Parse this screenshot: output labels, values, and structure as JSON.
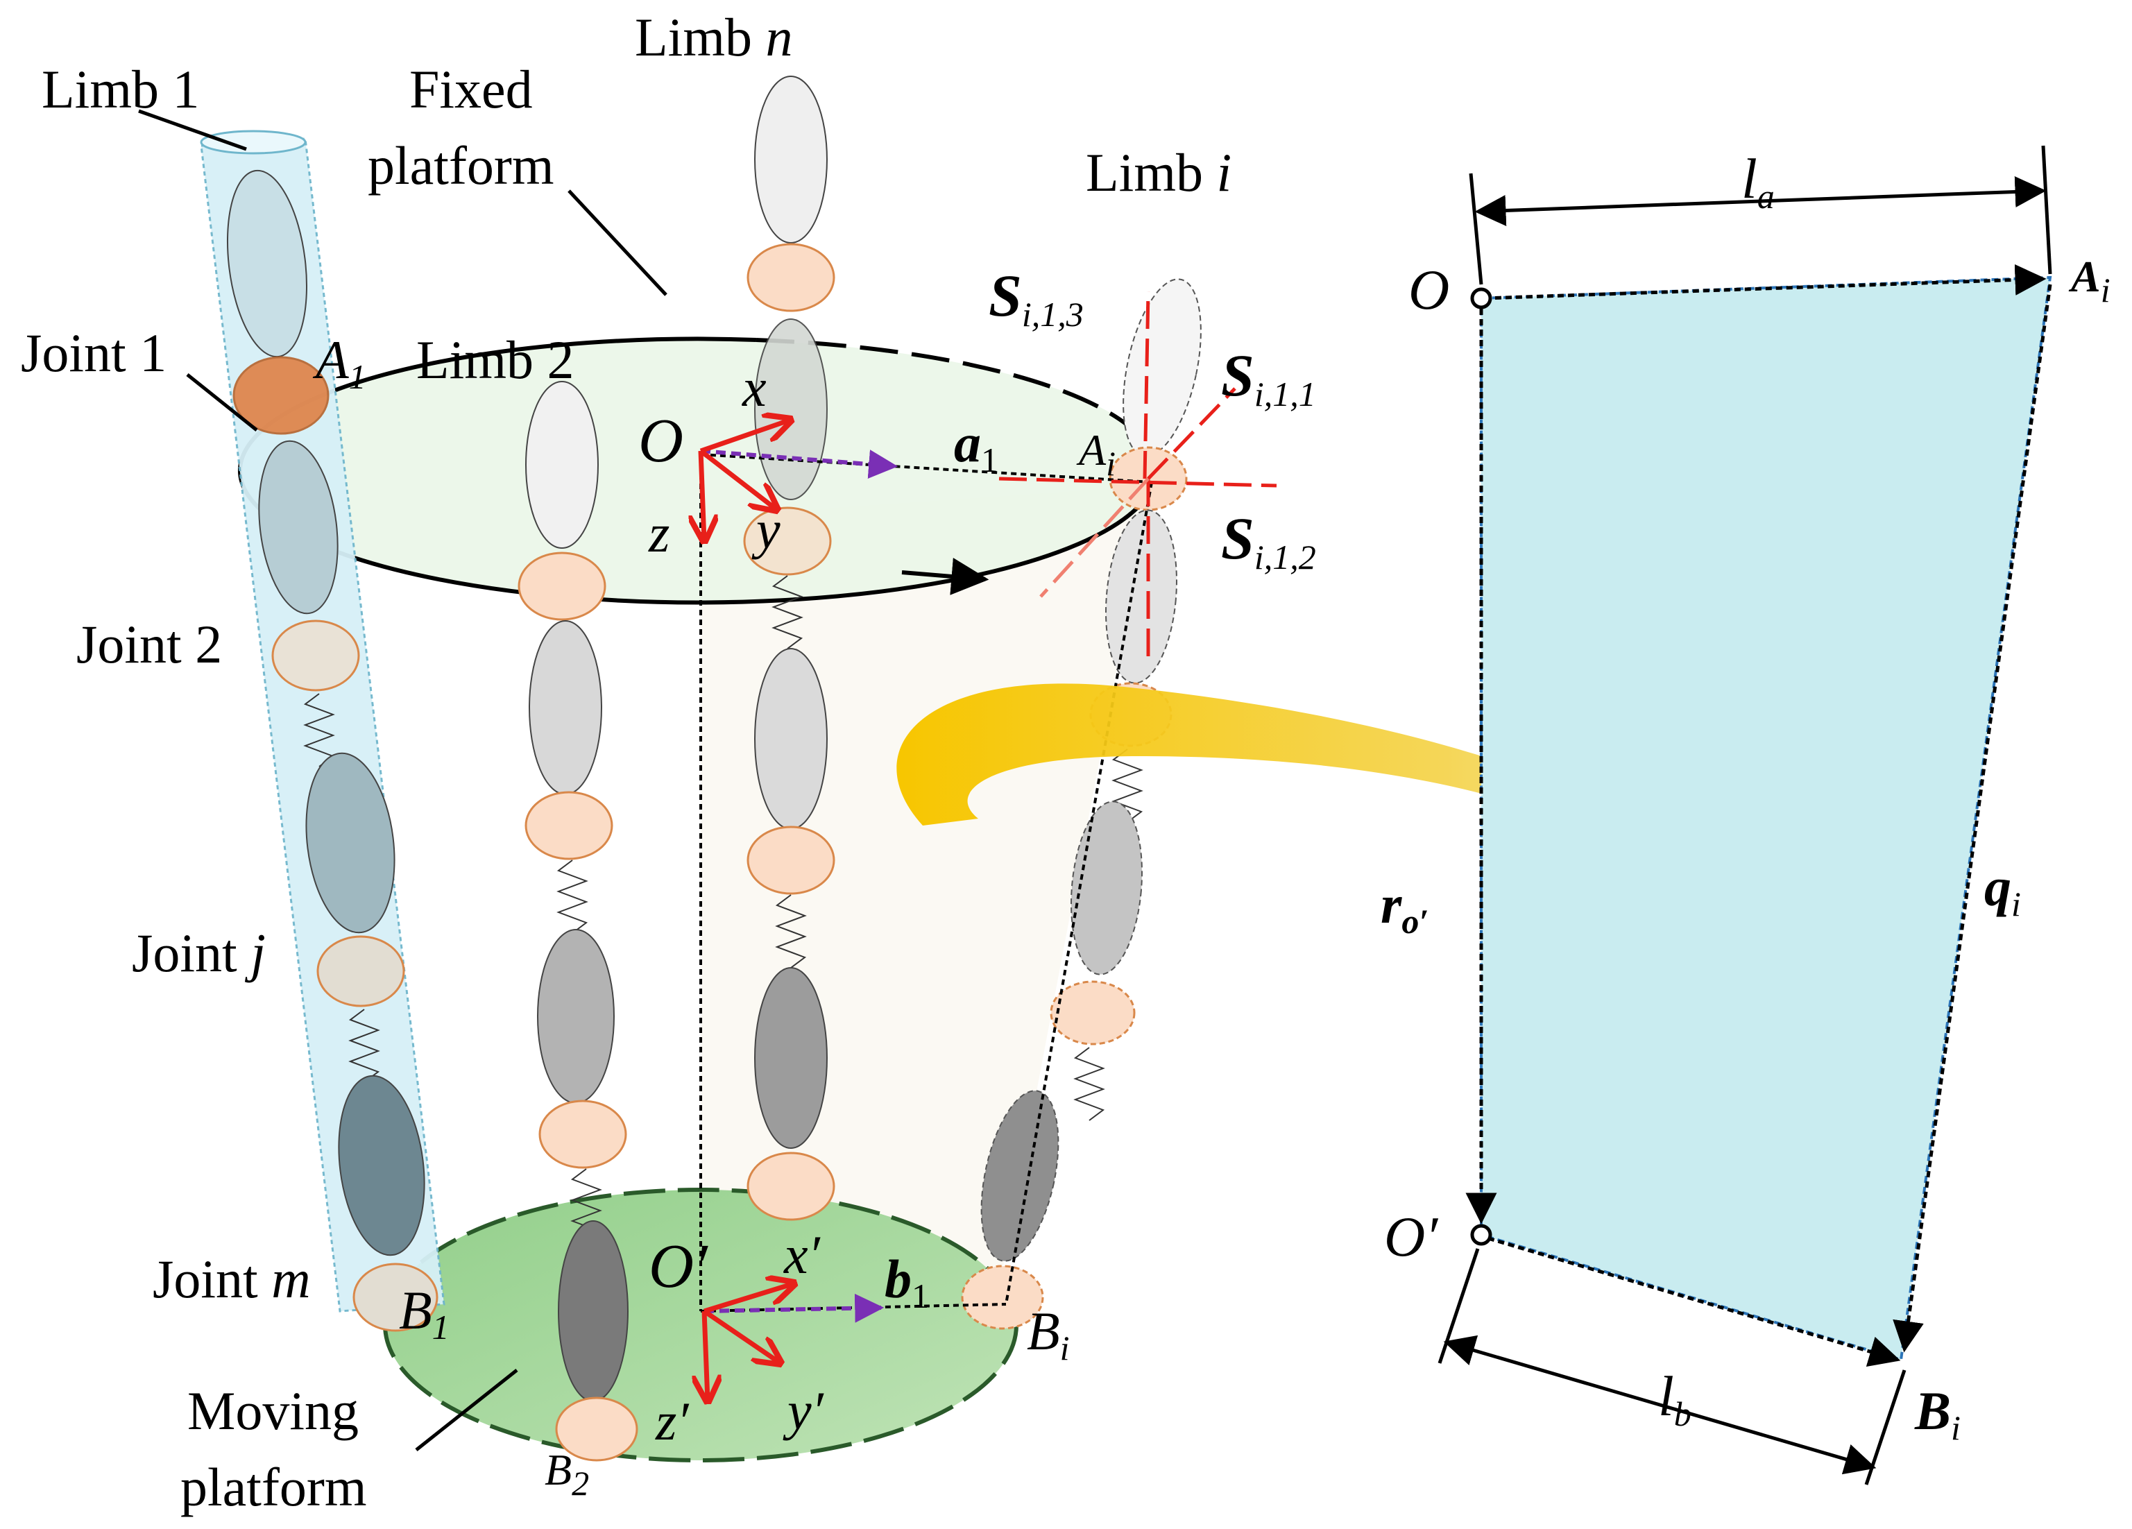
{
  "labels": {
    "limb_1": "Limb 1",
    "limb_2": "Limb 2",
    "limb_n_word": "Limb",
    "limb_n_index": "n",
    "limb_i_word": "Limb",
    "limb_i_index": "i",
    "fixed_platform_line1": "Fixed",
    "fixed_platform_line2": "platform",
    "moving_platform_line1": "Moving",
    "moving_platform_line2": "platform",
    "joint_1": "Joint 1",
    "joint_2": "Joint 2",
    "joint_j_word": "Joint",
    "joint_j_index": "j",
    "joint_m_word": "Joint",
    "joint_m_index": "m"
  },
  "symbols": {
    "A": "A",
    "B": "B",
    "idx_1": "1",
    "idx_2": "2",
    "idx_i": "i",
    "O": "O",
    "O_prime": "O′",
    "x": "x",
    "y": "y",
    "z": "z",
    "x_prime": "x′",
    "y_prime": "y′",
    "z_prime": "z′",
    "a": "a",
    "b": "b",
    "S": "S",
    "S_sub_113": "i,1,3",
    "S_sub_111": "i,1,1",
    "S_sub_112": "i,1,2",
    "l": "l",
    "l_a_sub": "a",
    "l_b_sub": "b",
    "r": "r",
    "r_sub": "o′",
    "q": "q"
  },
  "colors": {
    "limb1_tube": "#d6f0f7",
    "fixed_platform": "#e6f4e4",
    "moving_platform": "#a8d7a0",
    "joint_fill": "#fbdcc6",
    "joint_stroke": "#d9884a",
    "joint1_orange": "#e07a3a",
    "frame_arrow": "#e8201a",
    "vector_arrow": "#7a2fb5",
    "screw_axis": "#e8201a",
    "transfer_arrow": "#f2c200",
    "quad_fill": "#c9ecf0"
  }
}
